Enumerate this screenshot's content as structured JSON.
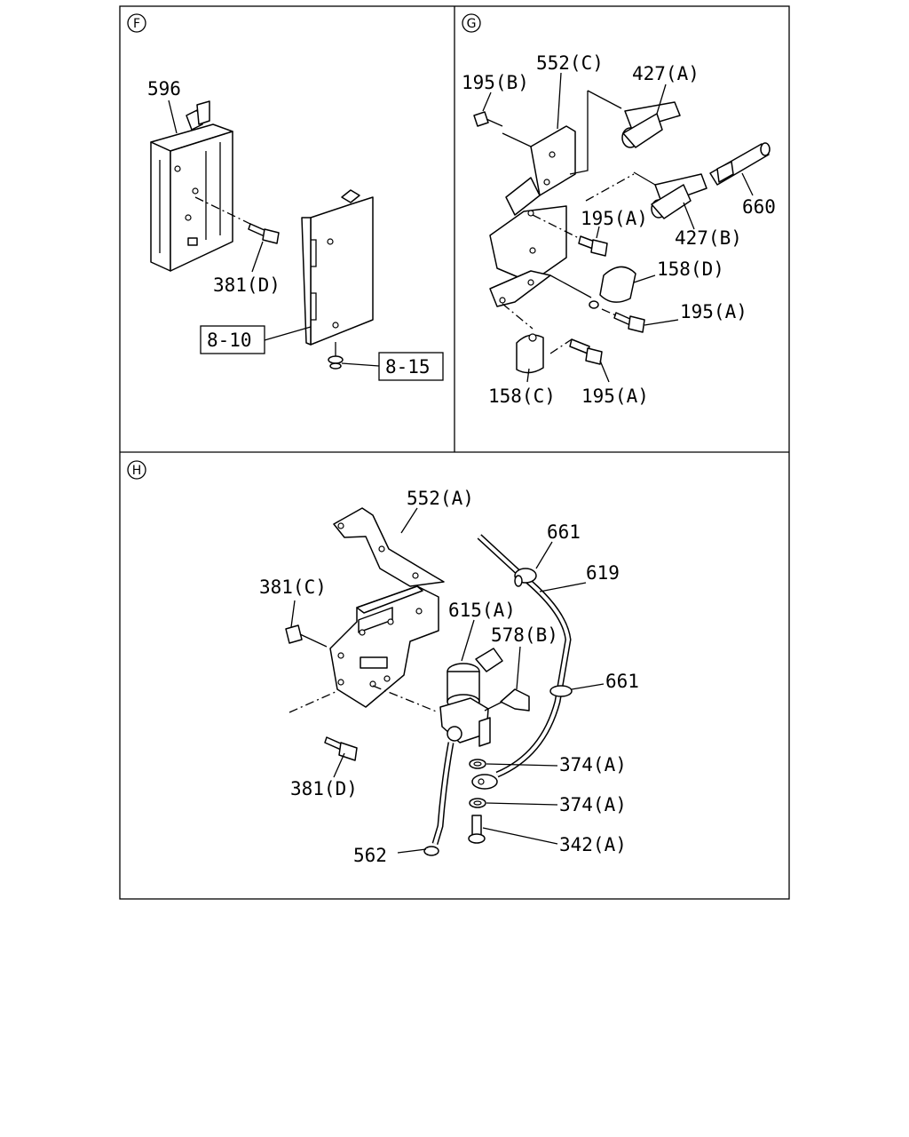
{
  "panels": {
    "F": {
      "marker": "F",
      "labels": {
        "p596": "596",
        "p381d": "381(D)",
        "r810": "8-10",
        "r815": "8-15"
      }
    },
    "G": {
      "marker": "G",
      "labels": {
        "p552c": "552(C)",
        "p195b": "195(B)",
        "p427a": "427(A)",
        "p660": "660",
        "p427b": "427(B)",
        "p195a_1": "195(A)",
        "p158d": "158(D)",
        "p195a_2": "195(A)",
        "p158c": "158(C)",
        "p195a_3": "195(A)"
      }
    },
    "H": {
      "marker": "H",
      "labels": {
        "p552a": "552(A)",
        "p661_1": "661",
        "p619": "619",
        "p381c": "381(C)",
        "p615a": "615(A)",
        "p578b": "578(B)",
        "p661_2": "661",
        "p374a_1": "374(A)",
        "p381d": "381(D)",
        "p374a_2": "374(A)",
        "p342a": "342(A)",
        "p562": "562"
      }
    }
  }
}
